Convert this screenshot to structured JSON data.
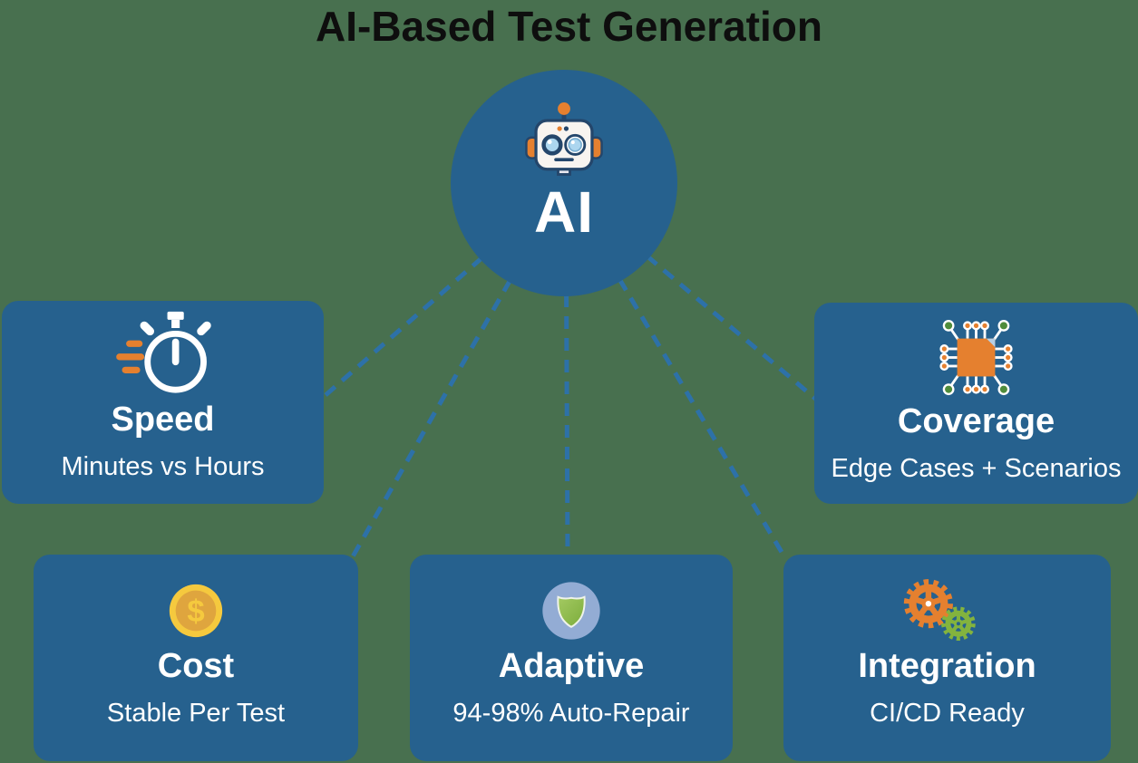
{
  "title": "AI-Based Test Generation",
  "hub": {
    "label": "AI",
    "icon": "robot-icon"
  },
  "cards": [
    {
      "id": "speed",
      "icon": "stopwatch-icon",
      "title": "Speed",
      "subtitle": "Minutes vs Hours"
    },
    {
      "id": "coverage",
      "icon": "chip-icon",
      "title": "Coverage",
      "subtitle": "Edge Cases + Scenarios"
    },
    {
      "id": "cost",
      "icon": "dollar-coin-icon",
      "title": "Cost",
      "subtitle": "Stable Per Test",
      "currency_symbol": "$"
    },
    {
      "id": "adaptive",
      "icon": "shield-icon",
      "title": "Adaptive",
      "subtitle": "94-98% Auto-Repair"
    },
    {
      "id": "integration",
      "icon": "gears-icon",
      "title": "Integration",
      "subtitle": "CI/CD Ready"
    }
  ],
  "connections": [
    {
      "from": "AI",
      "to": "Speed"
    },
    {
      "from": "AI",
      "to": "Cost"
    },
    {
      "from": "AI",
      "to": "Adaptive"
    },
    {
      "from": "AI",
      "to": "Integration"
    },
    {
      "from": "AI",
      "to": "Coverage"
    }
  ],
  "palette": {
    "background": "#48704F",
    "panel_blue": "#26618E",
    "dash_blue": "#2D71A8",
    "orange": "#E5802F",
    "navy": "#24466B",
    "ivory": "#F8F4F0",
    "eye_blue": "#ACD6EF",
    "green": "#4F8C3B",
    "gear_green": "#83B33E",
    "coin_gold": "#F5C93E",
    "coin_inner": "#DFA53E",
    "shield_bg": "#93ACD4",
    "fold_blue": "#B7CFE4",
    "title_color": "#0E0E0E",
    "text_white": "#FFFFFF"
  }
}
